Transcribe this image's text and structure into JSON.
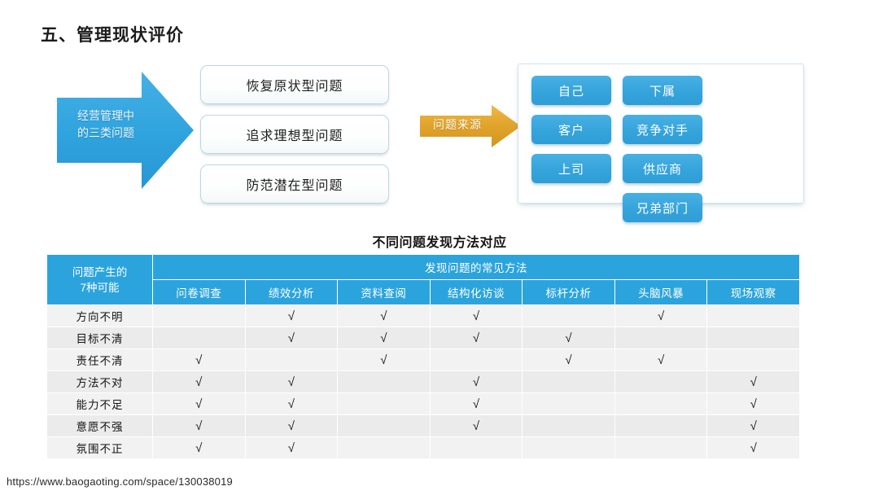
{
  "title": "五、管理现状评价",
  "flow": {
    "arrow_label": "经营管理中\n的三类问题",
    "arrow_label_line1": "经营管理中",
    "arrow_label_line2": "的三类问题",
    "arrow_color": "#2fa3dd",
    "problem_boxes": [
      {
        "label": "恢复原状型问题"
      },
      {
        "label": "追求理想型问题"
      },
      {
        "label": "防范潜在型问题"
      }
    ],
    "source_arrow": {
      "label": "问题来源",
      "color": "#e4a game"
    }
  },
  "source_arrow_label": "问题来源",
  "source_arrow_color": "#e0a32c",
  "sources": {
    "chips": [
      {
        "label": "自己"
      },
      {
        "label": "下属"
      },
      {
        "label": "客户"
      },
      {
        "label": "竞争对手"
      },
      {
        "label": "上司"
      },
      {
        "label": "供应商"
      },
      {
        "label": "兄弟部门"
      }
    ],
    "chip_color": "#35a4db"
  },
  "table": {
    "title": "不同问题发现方法对应",
    "corner_line1": "问题产生的",
    "corner_line2": "7种可能",
    "group_header": "发现问题的常见方法",
    "header_color": "#2ba4dd",
    "columns": [
      "问卷调查",
      "绩效分析",
      "资料查阅",
      "结构化访谈",
      "标杆分析",
      "头脑风暴",
      "现场观察"
    ],
    "check_glyph": "√",
    "rows": [
      {
        "label": "方向不明",
        "marks": [
          false,
          true,
          true,
          true,
          false,
          true,
          false
        ]
      },
      {
        "label": "目标不清",
        "marks": [
          false,
          true,
          true,
          true,
          true,
          false,
          false
        ]
      },
      {
        "label": "责任不清",
        "marks": [
          true,
          false,
          true,
          false,
          true,
          true,
          false
        ]
      },
      {
        "label": "方法不对",
        "marks": [
          true,
          true,
          false,
          true,
          false,
          false,
          true
        ]
      },
      {
        "label": "能力不足",
        "marks": [
          true,
          true,
          false,
          true,
          false,
          false,
          true
        ]
      },
      {
        "label": "意愿不强",
        "marks": [
          true,
          true,
          false,
          true,
          false,
          false,
          true
        ]
      },
      {
        "label": "氛围不正",
        "marks": [
          true,
          true,
          false,
          false,
          false,
          false,
          true
        ]
      }
    ]
  },
  "footer": {
    "url": "https://www.baogaoting.com/space/130038019"
  }
}
